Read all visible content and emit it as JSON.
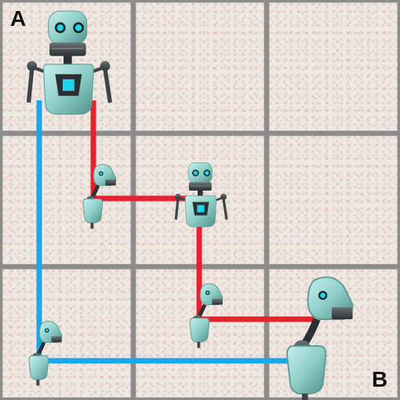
{
  "labels": {
    "start": "A",
    "end": "B"
  },
  "grid": {
    "rows": 3,
    "cols": 3
  },
  "colors": {
    "tile": "#efe7e2",
    "grout": "#8c8c8c",
    "path_blue": "#1aa7e8",
    "path_red": "#e8212e",
    "robot_body": "#8fcfc9",
    "robot_dark": "#3d4446",
    "robot_eye": "#22d3e8"
  },
  "pieces": [
    {
      "name": "robot-full-large",
      "kind": "full-robot",
      "cell": [
        0,
        0
      ]
    },
    {
      "name": "robot-full-small",
      "kind": "full-robot",
      "cell": [
        1,
        1
      ]
    },
    {
      "name": "robot-partial-mid-left",
      "kind": "partial-robot",
      "cell": [
        1,
        0
      ]
    },
    {
      "name": "robot-partial-bottom-left",
      "kind": "partial-robot",
      "cell": [
        2,
        0
      ]
    },
    {
      "name": "robot-partial-bottom-middle",
      "kind": "partial-robot",
      "cell": [
        2,
        1
      ]
    },
    {
      "name": "robot-partial-large",
      "kind": "partial-robot",
      "cell": [
        2,
        2
      ]
    }
  ],
  "paths": [
    {
      "name": "blue-path",
      "color": "path_blue"
    },
    {
      "name": "red-path",
      "color": "path_red"
    }
  ]
}
